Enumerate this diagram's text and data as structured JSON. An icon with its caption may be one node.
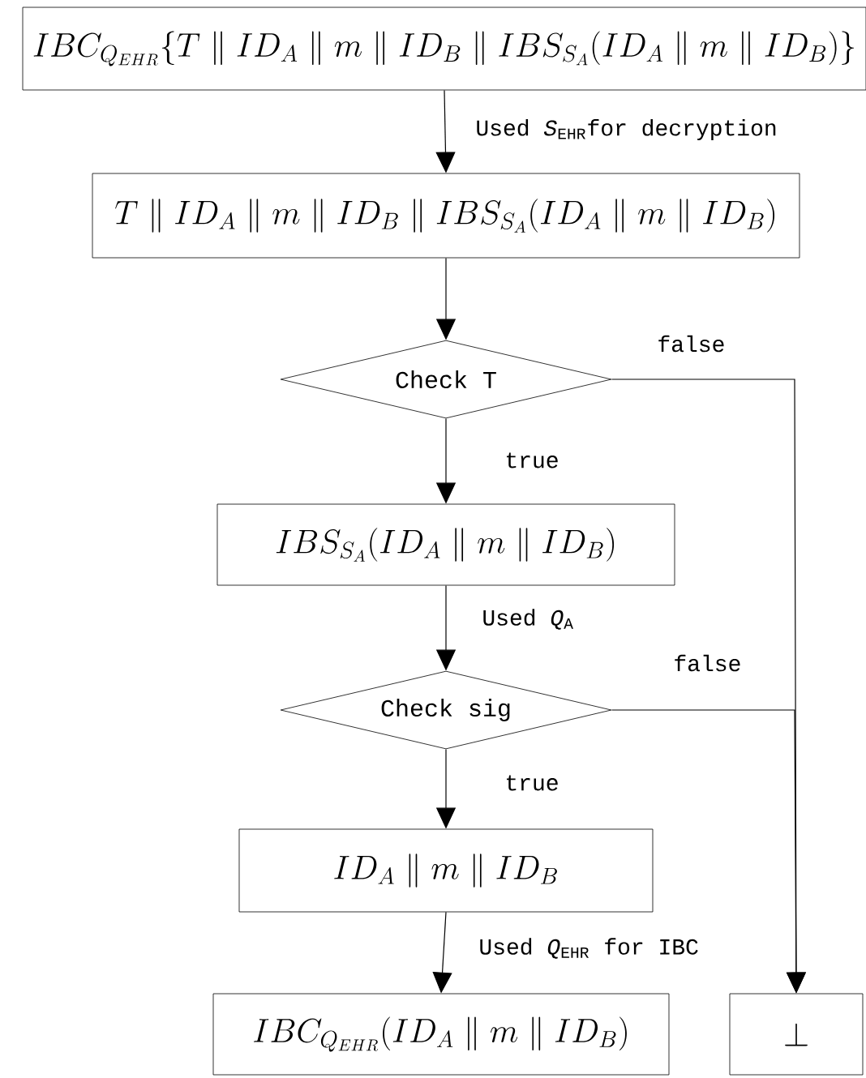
{
  "diagram": {
    "nodes": [
      {
        "text": [
          "IBC_{Q_{EHR}}\\{T \\parallel ID_A \\parallel m \\parallel ID_B \\parallel IBS_{S_A}(ID_A \\parallel m \\parallel ID_B)\\}"
        ]
      },
      {
        "text": [
          "T \\parallel ID_A \\parallel m \\parallel ID_B \\parallel IBS_{S_A}(ID_A \\parallel m \\parallel ID_B)"
        ]
      },
      {
        "text": [
          "Check T"
        ]
      },
      {
        "text": [
          "IBS_{S_A}(ID_A \\parallel m \\parallel ID_B)"
        ]
      },
      {
        "text": [
          "Check sig"
        ]
      },
      {
        "text": [
          "ID_A \\parallel m \\parallel ID_B"
        ]
      },
      {
        "text": [
          "IBC_{Q_{EHR}}(ID_A \\parallel m \\parallel ID_B)"
        ]
      },
      {
        "text": [
          "\\perp"
        ]
      }
    ],
    "edges": [
      {
        "from": 0,
        "to": 1,
        "arrow": "to",
        "label": "Used *S*$_{EHR}$for decryption"
      },
      {
        "from": 1,
        "to": 2,
        "arrow": "to"
      },
      {
        "from": 2,
        "to": 3,
        "arrow": "to",
        "label": "true"
      },
      {
        "from": 3,
        "to": 4,
        "arrow": "to",
        "label": "Used *Q*$_{A}$"
      },
      {
        "from": 4,
        "to": 5,
        "arrow": "to",
        "label": "true"
      },
      {
        "from": 5,
        "to": 6,
        "arrow": "to",
        "label": "Used *Q*$_{EHR}$ for IBC"
      },
      {
        "from": 2,
        "to": 7,
        "arrow": "to",
        "label": "false"
      },
      {
        "from": 4,
        "to": 7,
        "arrow": "to",
        "label": "false"
      }
    ]
  }
}
